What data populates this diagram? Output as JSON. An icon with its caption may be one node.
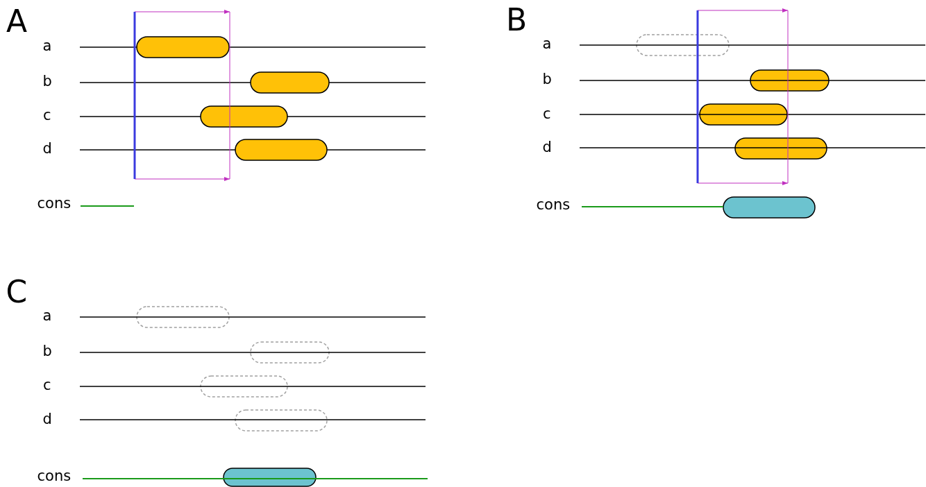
{
  "diagram": {
    "nodes": [
      {
        "text": [],
        "shape": "bar"
      },
      {
        "text": [],
        "shape": "bar"
      },
      {
        "text": [],
        "shape": "bar"
      },
      {
        "text": [],
        "shape": "bar"
      },
      {
        "text": [],
        "shape": "bar"
      },
      {
        "text": [],
        "shape": "bar"
      },
      {
        "text": [],
        "shape": "bar"
      },
      {
        "text": [],
        "shape": "bar"
      },
      {
        "text": [],
        "shape": "bar"
      },
      {
        "text": [],
        "shape": "bar"
      },
      {
        "text": [],
        "shape": "bar"
      },
      {
        "text": [],
        "shape": "bar"
      },
      {
        "text": [],
        "shape": "bar"
      },
      {
        "text": [],
        "shape": "bar"
      }
    ],
    "labels": [
      "A",
      "a",
      "b",
      "c",
      "d",
      "cons",
      "B",
      "a",
      "b",
      "c",
      "d",
      "cons",
      "C",
      "a",
      "b",
      "c",
      "d",
      "cons"
    ]
  }
}
